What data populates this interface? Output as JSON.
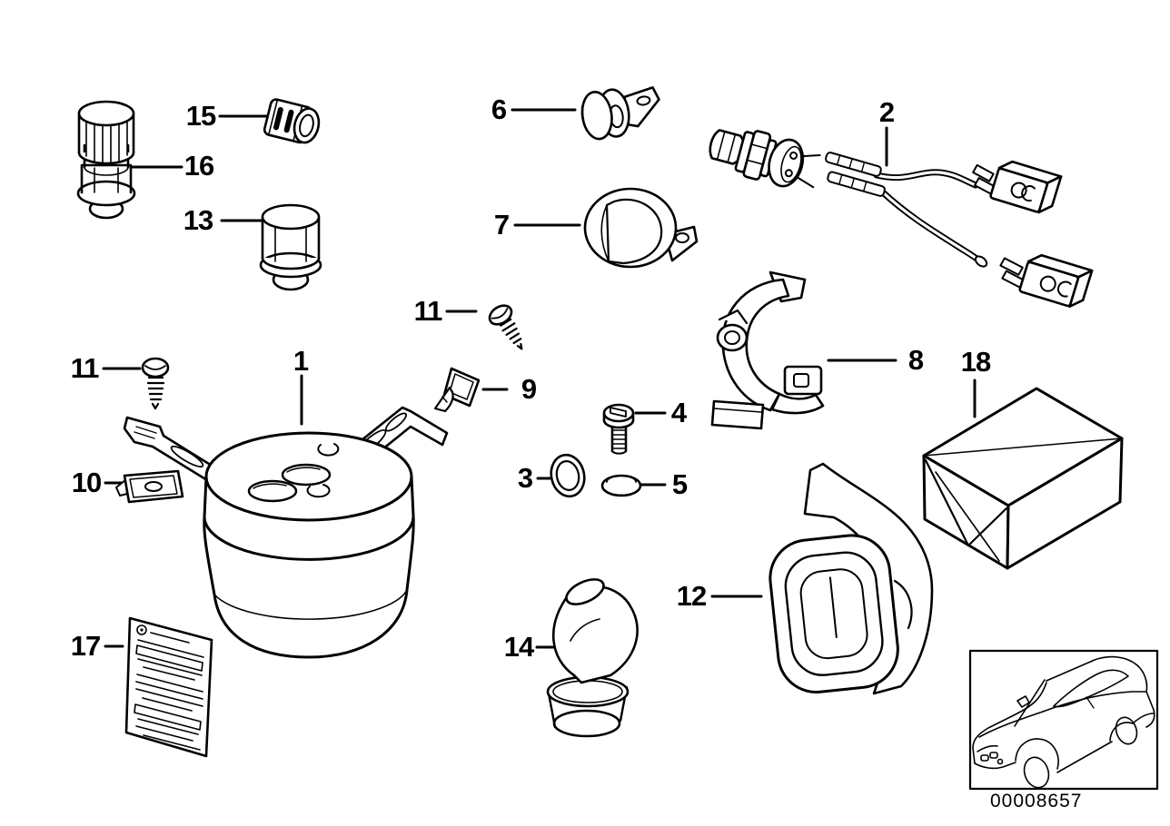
{
  "diagram": {
    "image_code": "00008657",
    "background_color": "#ffffff",
    "line_color": "#000000"
  },
  "callouts": [
    {
      "label": "1"
    },
    {
      "label": "2"
    },
    {
      "label": "3"
    },
    {
      "label": "4"
    },
    {
      "label": "5"
    },
    {
      "label": "6"
    },
    {
      "label": "7"
    },
    {
      "label": "8"
    },
    {
      "label": "9"
    },
    {
      "label": "10"
    },
    {
      "label": "11"
    },
    {
      "label": "11"
    },
    {
      "label": "12"
    },
    {
      "label": "13"
    },
    {
      "label": "14"
    },
    {
      "label": "15"
    },
    {
      "label": "16"
    },
    {
      "label": "17"
    },
    {
      "label": "18"
    }
  ],
  "inset": {
    "icon": "car-coupe-sketch-icon"
  }
}
